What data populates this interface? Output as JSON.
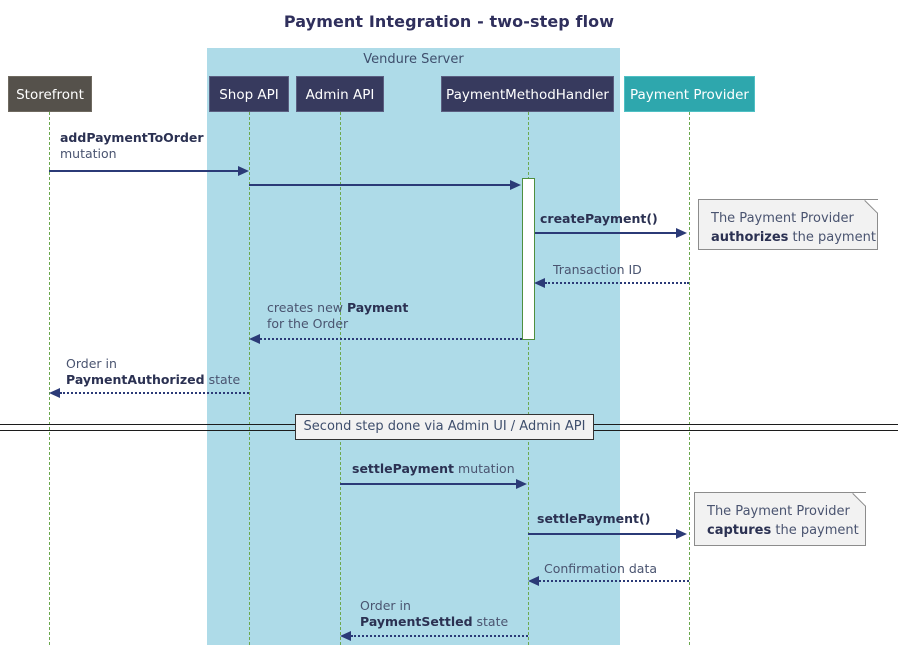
{
  "diagram": {
    "title": "Payment Integration - two-step flow",
    "type": "sequence-diagram",
    "group_label": "Vendure Server",
    "colors": {
      "group_background": "#aedbe8",
      "participant_navy": "#373a5e",
      "participant_gray": "#55514b",
      "participant_teal": "#2ea7ad",
      "lifeline": "#6ca84f",
      "arrow": "#2b3a77",
      "note_background": "#f2f2f2",
      "title": "#2f2f5c"
    }
  },
  "participants": [
    {
      "id": "storefront",
      "label": "Storefront",
      "style": "gray",
      "in_group": false
    },
    {
      "id": "shop-api",
      "label": "Shop API",
      "style": "navy",
      "in_group": true
    },
    {
      "id": "admin-api",
      "label": "Admin API",
      "style": "navy",
      "in_group": true
    },
    {
      "id": "payment-method-handler",
      "label": "PaymentMethodHandler",
      "style": "navy",
      "in_group": true
    },
    {
      "id": "payment-provider",
      "label": "Payment Provider",
      "style": "teal",
      "in_group": false
    }
  ],
  "messages": [
    {
      "id": "m1",
      "from": "storefront",
      "to": "shop-api",
      "line": "solid",
      "direction": "right",
      "label_bold": "addPaymentToOrder",
      "label_plain": "mutation"
    },
    {
      "id": "m2",
      "from": "shop-api",
      "to": "payment-method-handler",
      "line": "solid",
      "direction": "right",
      "label_bold": "",
      "label_plain": ""
    },
    {
      "id": "m3",
      "from": "payment-method-handler",
      "to": "payment-provider",
      "line": "solid",
      "direction": "right",
      "label_bold": "createPayment()",
      "label_plain": ""
    },
    {
      "id": "m4",
      "from": "payment-provider",
      "to": "payment-method-handler",
      "line": "dotted",
      "direction": "left",
      "label_bold": "",
      "label_plain": "Transaction ID"
    },
    {
      "id": "m5",
      "from": "payment-method-handler",
      "to": "shop-api",
      "line": "dotted",
      "direction": "left",
      "label_line1_plain": "creates new ",
      "label_line1_bold": "Payment",
      "label_line2_plain": "for the Order"
    },
    {
      "id": "m6",
      "from": "shop-api",
      "to": "storefront",
      "line": "dotted",
      "direction": "left",
      "label_line1_plain": "Order in",
      "label_line2_bold": "PaymentAuthorized",
      "label_line2_plain": " state"
    },
    {
      "id": "m7",
      "from": "admin-api",
      "to": "payment-method-handler",
      "line": "solid",
      "direction": "right",
      "label_bold": "settlePayment",
      "label_plain": " mutation"
    },
    {
      "id": "m8",
      "from": "payment-method-handler",
      "to": "payment-provider",
      "line": "solid",
      "direction": "right",
      "label_bold": "settlePayment()",
      "label_plain": ""
    },
    {
      "id": "m9",
      "from": "payment-provider",
      "to": "payment-method-handler",
      "line": "dotted",
      "direction": "left",
      "label_bold": "",
      "label_plain": "Confirmation data"
    },
    {
      "id": "m10",
      "from": "payment-method-handler",
      "to": "admin-api",
      "line": "dotted",
      "direction": "left",
      "label_line1_plain": "Order in",
      "label_line2_bold": "PaymentSettled",
      "label_line2_plain": " state"
    }
  ],
  "notes": [
    {
      "id": "note-authorize",
      "line1": "The Payment Provider",
      "line2_bold": "authorizes",
      "line2_plain": " the payment"
    },
    {
      "id": "note-capture",
      "line1": "The Payment Provider",
      "line2_bold": "captures",
      "line2_plain": " the payment"
    }
  ],
  "divider": {
    "label": "Second step done via Admin UI / Admin API"
  }
}
